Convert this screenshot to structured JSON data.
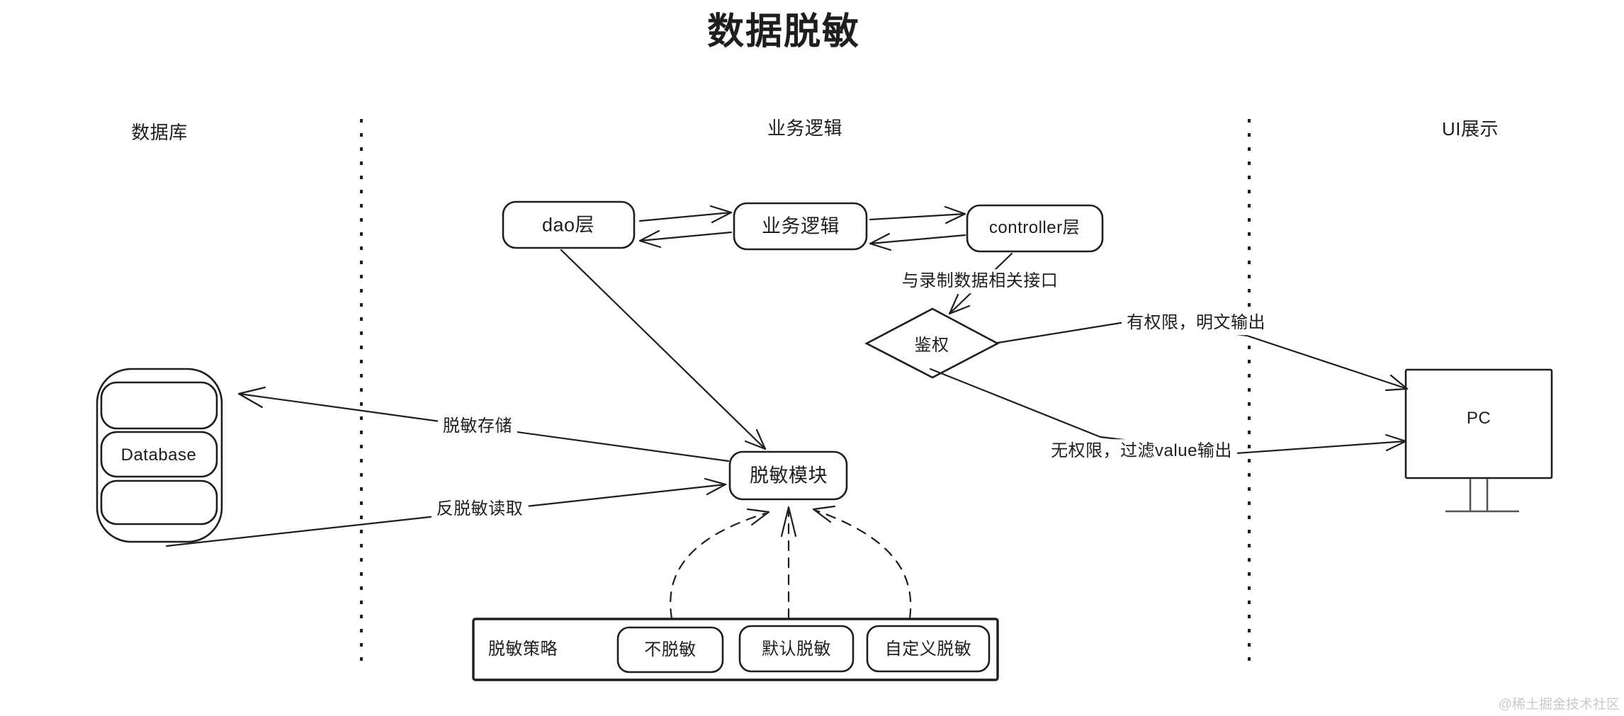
{
  "title": "数据脱敏",
  "sections": {
    "database": "数据库",
    "business": "业务逻辑",
    "ui": "UI展示"
  },
  "nodes": {
    "dao": "dao层",
    "business_logic": "业务逻辑",
    "controller": "controller层",
    "auth": "鉴权",
    "masking_module": "脱敏模块",
    "database": "Database",
    "pc": "PC",
    "strategy": "脱敏策略",
    "no_masking": "不脱敏",
    "default_masking": "默认脱敏",
    "custom_masking": "自定义脱敏"
  },
  "edges": {
    "record_api": "与录制数据相关接口",
    "granted": "有权限，明文输出",
    "denied": "无权限，过滤value输出",
    "masked_store": "脱敏存储",
    "unmask_read": "反脱敏读取"
  },
  "watermark": "@稀土掘金技术社区",
  "colors": {
    "stroke": "#1e1e1e",
    "stand": "#555555",
    "watermark": "#c9c9c9",
    "background": "#ffffff"
  }
}
